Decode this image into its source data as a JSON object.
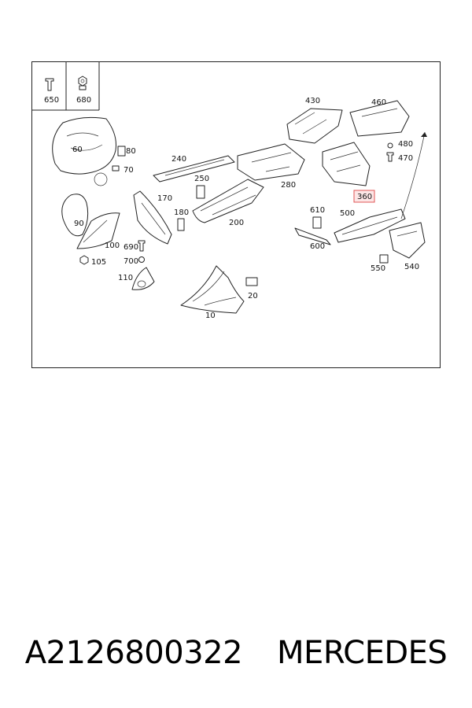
{
  "diagram": {
    "labels": [
      "650",
      "680",
      "430",
      "460",
      "60",
      "80",
      "70",
      "240",
      "250",
      "170",
      "180",
      "200",
      "280",
      "360",
      "480",
      "470",
      "610",
      "500",
      "90",
      "100",
      "690",
      "700",
      "105",
      "110",
      "600",
      "550",
      "540",
      "20",
      "10"
    ],
    "highlighted": "360"
  },
  "footer": {
    "part_number": "A2126800322",
    "brand": "MERCEDES"
  }
}
